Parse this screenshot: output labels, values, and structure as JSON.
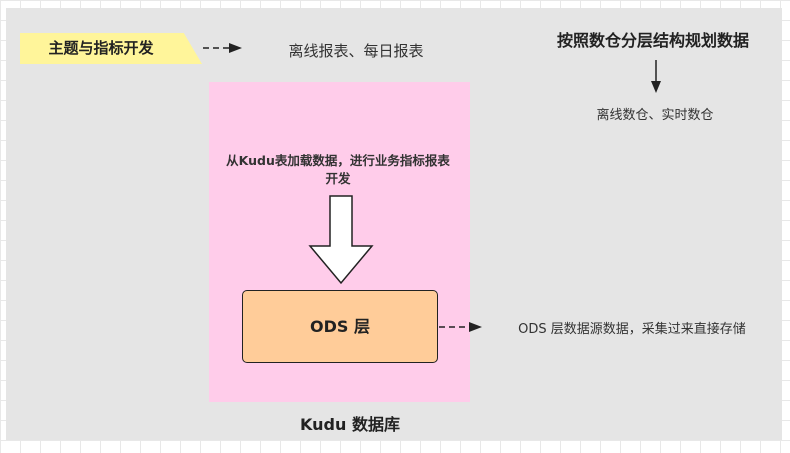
{
  "diagram": {
    "theme_tag": "主题与指标开发",
    "offline_reports": "离线报表、每日报表",
    "plan_title": "按照数仓分层结构规划数据",
    "warehouse_types": "离线数仓、实时数仓",
    "load_note": "从Kudu表加载数据，进行业务指标报表开发",
    "ods_layer": "ODS 层",
    "ods_description": "ODS 层数据源数据，采集过来直接存储",
    "kudu_db": "Kudu 数据库"
  }
}
